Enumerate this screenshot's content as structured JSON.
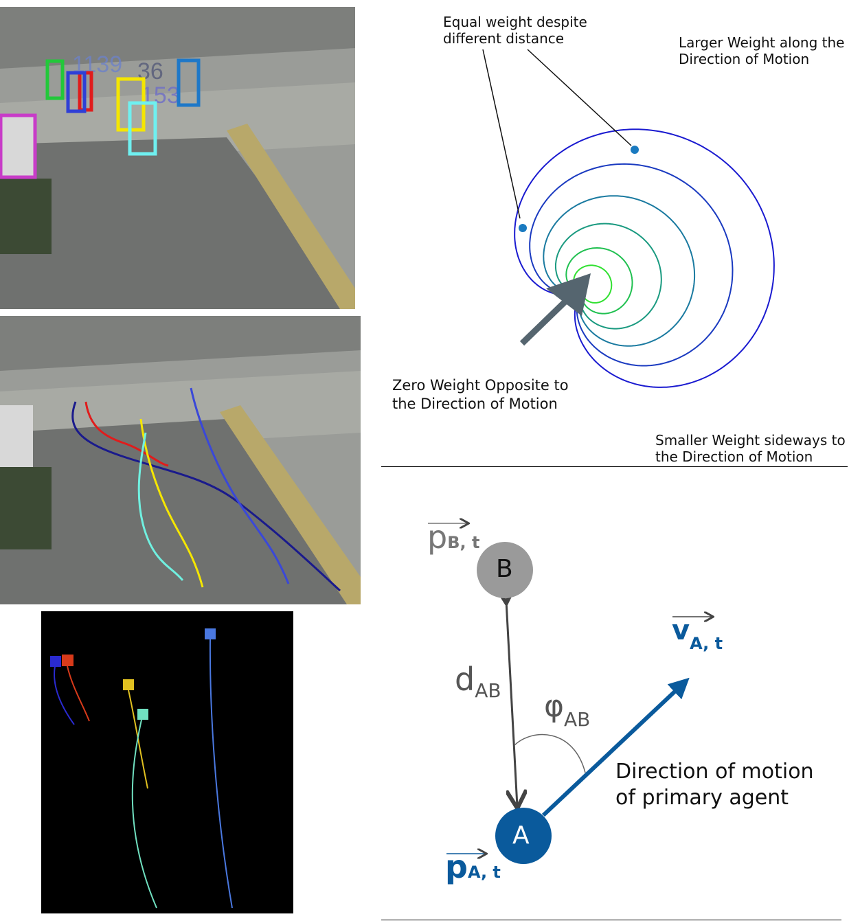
{
  "detection_panel": {
    "track_ids": [
      "1139",
      "36",
      "153"
    ],
    "box_colors": [
      "#22c83a",
      "#2f3fd6",
      "#e01c1c",
      "#f5e600",
      "#6ff0f0",
      "#1e78c8",
      "#c83cc8"
    ]
  },
  "trajectory_panel": {
    "track_colors": [
      "#1a1a8c",
      "#e01c1c",
      "#f5e600",
      "#70f0e0",
      "#3a48d8"
    ]
  },
  "map_panel": {
    "track_colors": [
      "#2a2ad0",
      "#d83a1a",
      "#e0c020",
      "#70e0c0",
      "#4a78e0"
    ]
  },
  "weight_diagram": {
    "annotations": {
      "equal_weight": [
        "Equal weight despite",
        "different distance"
      ],
      "larger_weight": [
        "Larger Weight along the",
        "Direction of Motion"
      ],
      "zero_weight": [
        "Zero Weight Opposite to",
        "the Direction of Motion"
      ],
      "smaller_weight": [
        "Smaller Weight sideways to",
        "the Direction of Motion"
      ]
    },
    "contour_colors": [
      "#1a1ad0",
      "#1a3ac0",
      "#1a7aa0",
      "#1a9a80",
      "#20c050",
      "#30e030"
    ]
  },
  "geometry_diagram": {
    "agent_b": "B",
    "agent_a": "A",
    "p_b": {
      "base": "p",
      "sub": "B, t"
    },
    "p_a": {
      "base": "p",
      "sub": "A, t"
    },
    "v_a": {
      "base": "v",
      "sub": "A, t"
    },
    "d_ab": {
      "base": "d",
      "sub": "AB"
    },
    "phi_ab": {
      "base": "φ",
      "sub": "AB"
    },
    "direction_label": [
      "Direction of motion",
      "of primary agent"
    ],
    "colors": {
      "blue": "#0a5a9c",
      "gray": "#9a9a9a"
    }
  }
}
